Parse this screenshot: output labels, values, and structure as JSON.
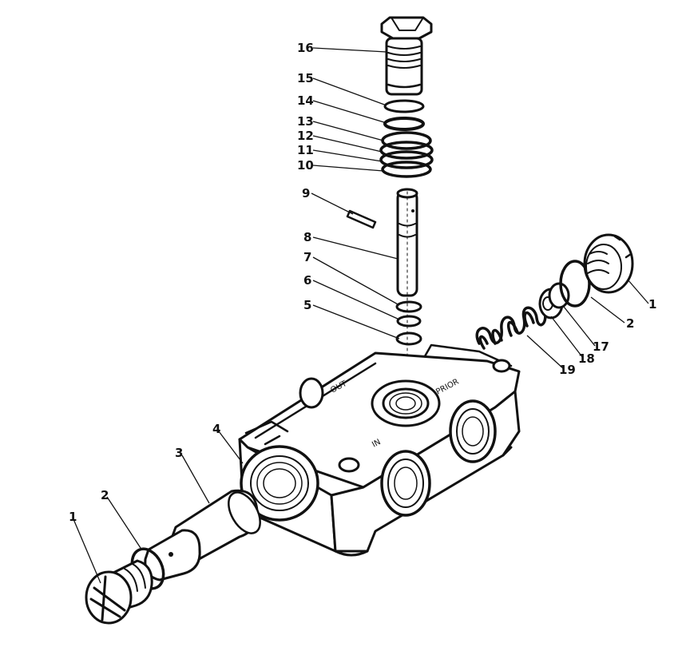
{
  "diagram": {
    "callouts": {
      "c16": "16",
      "c15": "15",
      "c14": "14",
      "c13": "13",
      "c12": "12",
      "c11": "11",
      "c10": "10",
      "c9": "9",
      "c8": "8",
      "c7": "7",
      "c6": "6",
      "c5": "5",
      "c4": "4",
      "c3": "3",
      "c2_left": "2",
      "c1_left": "1",
      "c1_right": "1",
      "c2_right": "2",
      "c17": "17",
      "c18": "18",
      "c19": "19"
    },
    "body_markings": {
      "out": "OUT",
      "prior": "PRIOR",
      "in": "IN"
    },
    "ink_color": "#111111",
    "background": "#ffffff"
  }
}
